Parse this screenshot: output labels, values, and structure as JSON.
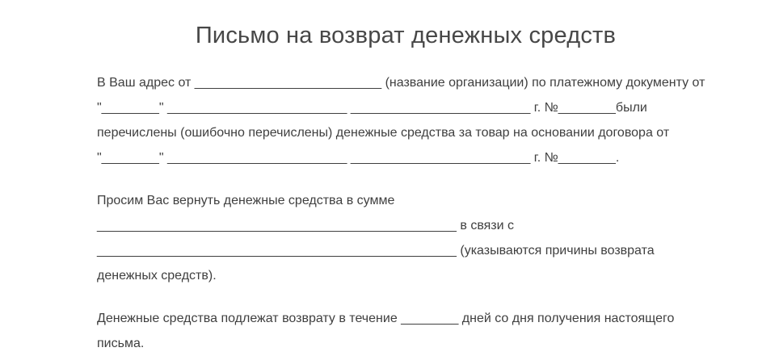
{
  "document": {
    "title": "Письмо на возврат денежных средств",
    "paragraphs": [
      "В Ваш адрес от __________________________ (название организации) по платежному документу от\n\"________\" _________________________ _________________________ г. №________были\nперечислены (ошибочно перечислены) денежные средства за товар на основании договора от\n\"________\" _________________________ _________________________ г. №________.",
      "Просим Вас вернуть денежные средства в сумме\n__________________________________________________ в связи с\n__________________________________________________ (указываются причины возврата\nденежных средств).",
      "Денежные средства подлежат возврату в течение ________ дней со дня получения настоящего\nписьма."
    ]
  }
}
